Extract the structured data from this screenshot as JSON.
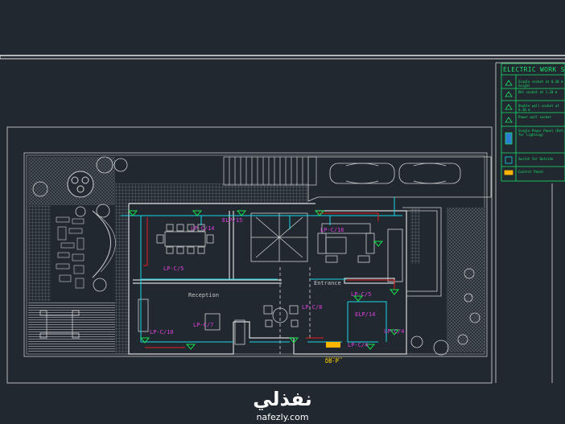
{
  "legend": {
    "title": "ELECTRIC WORK SY",
    "rows": [
      "Single socket at 0.30 m height",
      "Dbl socket at 1.20 m",
      "Double wall socket at 0.30 m",
      "Power wall socket",
      "Single Power Panel (Ref. for lighting)",
      "Switch for Outside",
      "Control Panel"
    ]
  },
  "labels": {
    "elp_stair": "ELP/15",
    "lp_dining": "LP-C/14",
    "lp_left": "LP-C/5",
    "lp_living": "LP-C/16",
    "reception": "Reception",
    "lp_bottom_left": "LP-C/10",
    "lp_bottom_center": "LP-C/7",
    "lp_center": "LP-C/8",
    "elp_right": "ELP/14",
    "lp_right_a": "LP-C/5",
    "lp_right_b": "LP-C/4",
    "lp_panel": "LP-C/4",
    "yellow_tag": "DB-P",
    "entrance": "Entrance"
  },
  "watermark": {
    "arabic": "نفذلي",
    "url": "nafezly.com"
  },
  "colors": {
    "background": "#212830",
    "lines": "#d0d0d0",
    "legend_green": "#19e36a",
    "wire_cyan": "#17d7e8",
    "wire_red": "#e02020",
    "text_magenta": "#e040e0",
    "symbol_green": "#16e04a"
  }
}
